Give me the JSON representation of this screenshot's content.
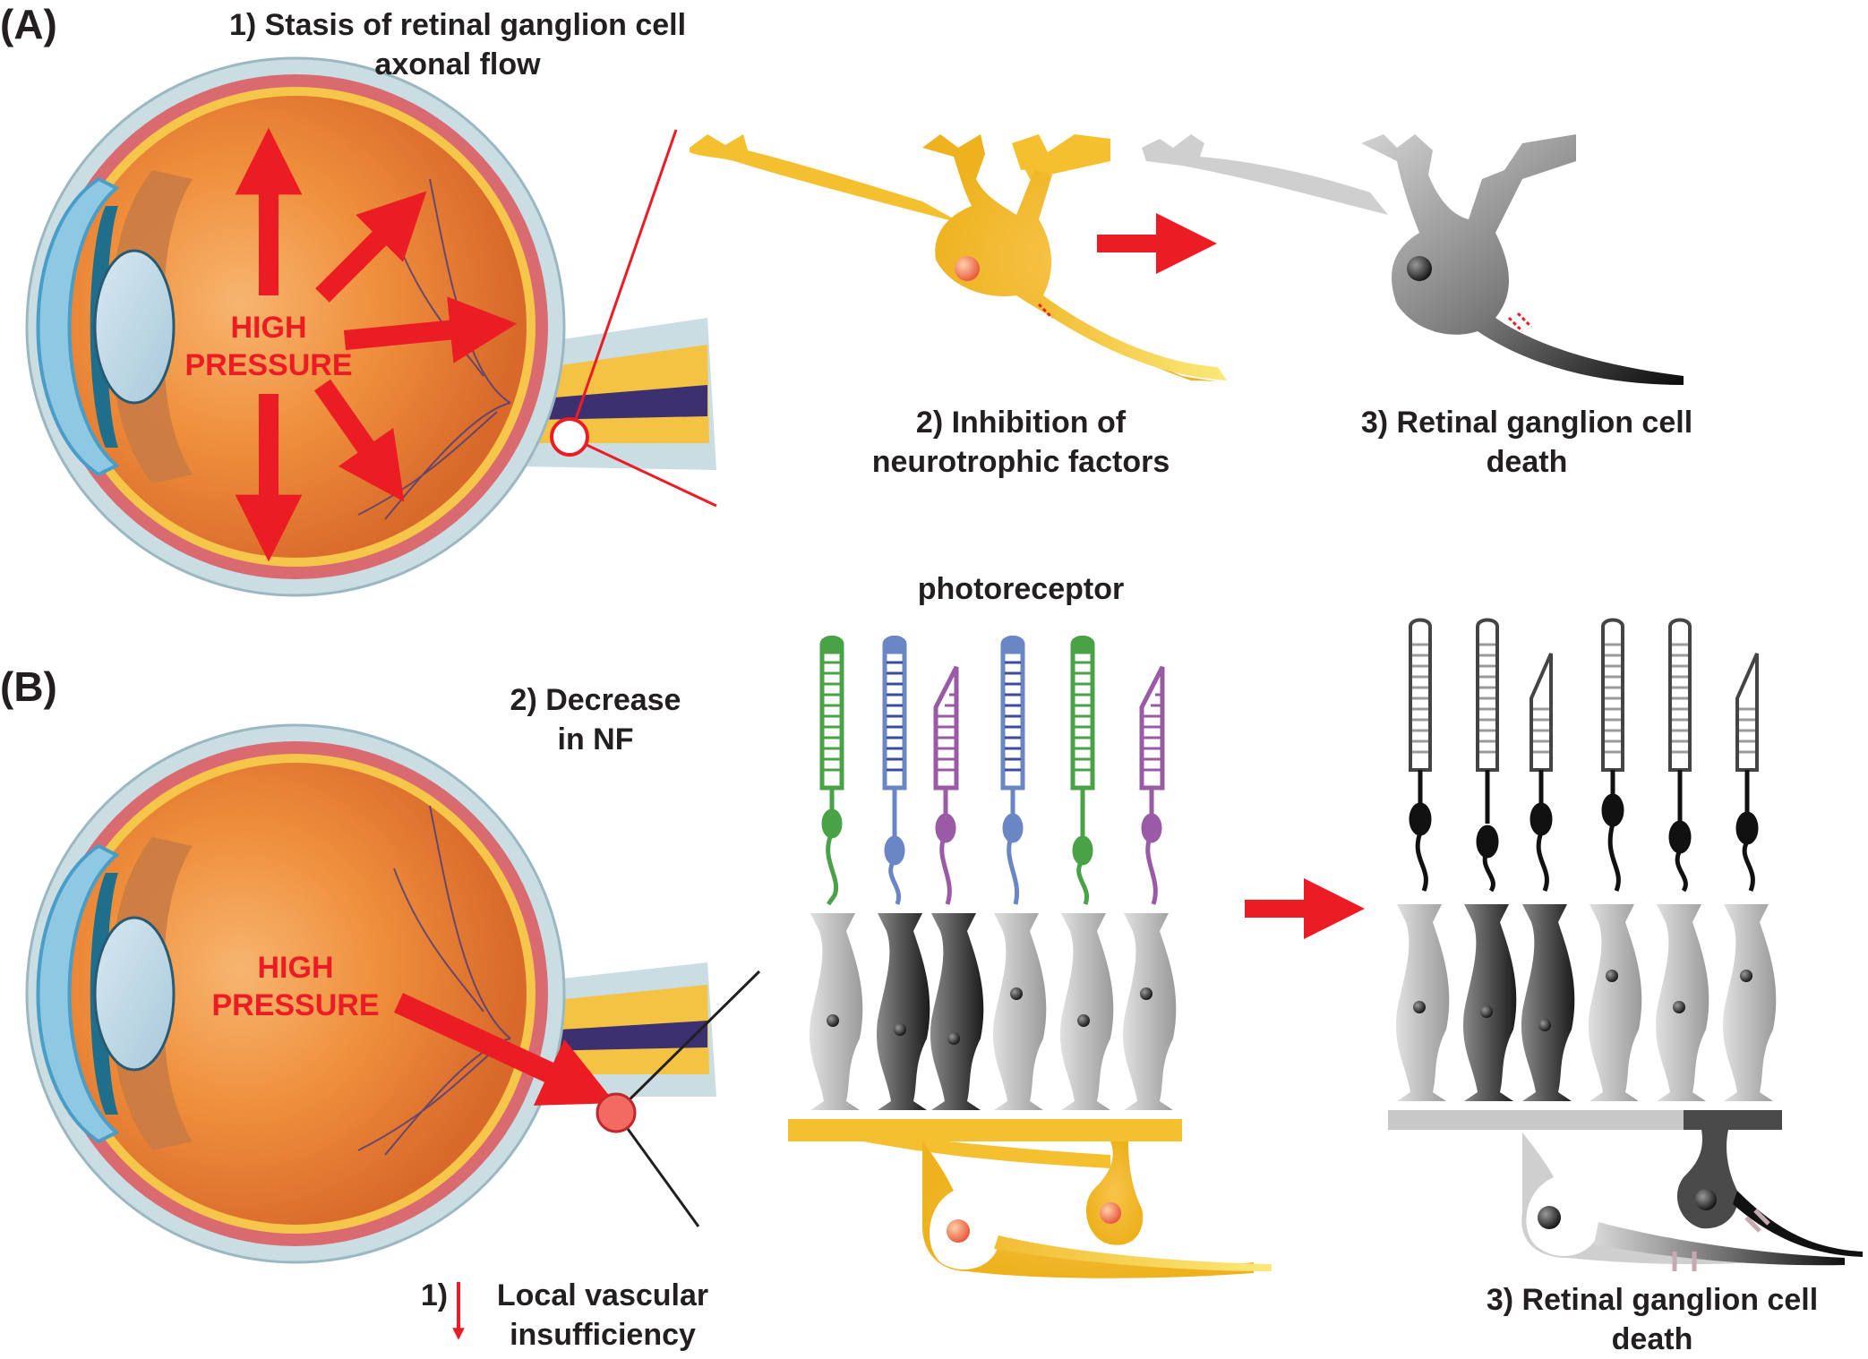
{
  "panel_a": {
    "label": "(A)",
    "step1": [
      "1) Stasis of retinal ganglion cell",
      "axonal flow"
    ],
    "pressure": [
      "HIGH",
      "PRESSURE"
    ],
    "step2": [
      "2) Inhibition of",
      "neurotrophic factors"
    ],
    "step3": [
      "3) Retinal ganglion cell",
      "death"
    ]
  },
  "panel_b": {
    "label": "(B)",
    "step2": [
      "2) Decrease",
      "in NF"
    ],
    "pressure": [
      "HIGH",
      "PRESSURE"
    ],
    "photoreceptor": "photoreceptor",
    "step1_number": "1)",
    "step1": [
      "Local vascular",
      "insufficiency"
    ],
    "step3": [
      "3) Retinal ganglion cell",
      "death"
    ]
  },
  "colors": {
    "arrow": "#ec1c24",
    "rgc_healthy": "#f5c030",
    "cone_green": "#4aa247",
    "cone_blue": "#6b86c4",
    "rod_purple": "#9a5aa6",
    "dead_cell": "#1a1a1a"
  }
}
